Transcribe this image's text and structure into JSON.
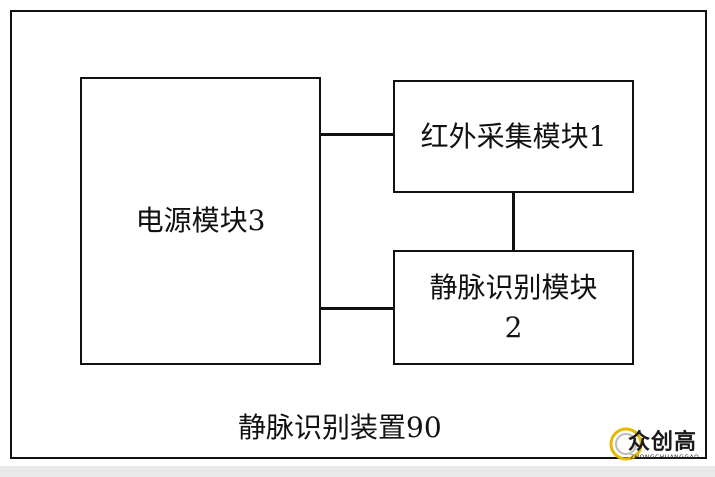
{
  "diagram": {
    "power_module": "电源模块3",
    "ir_module": "红外采集模块1",
    "vein_module_line1": "静脉识别模块",
    "vein_module_line2": "2",
    "device_label": "静脉识别装置90"
  },
  "watermark": {
    "logo_text": "众创高",
    "logo_sub": "ZHONGCHUANGGAO",
    "logo_icon": "ring-logo-icon"
  },
  "colors": {
    "line": "#111111",
    "background": "#ffffff",
    "logo_accent": "#e6b800"
  }
}
